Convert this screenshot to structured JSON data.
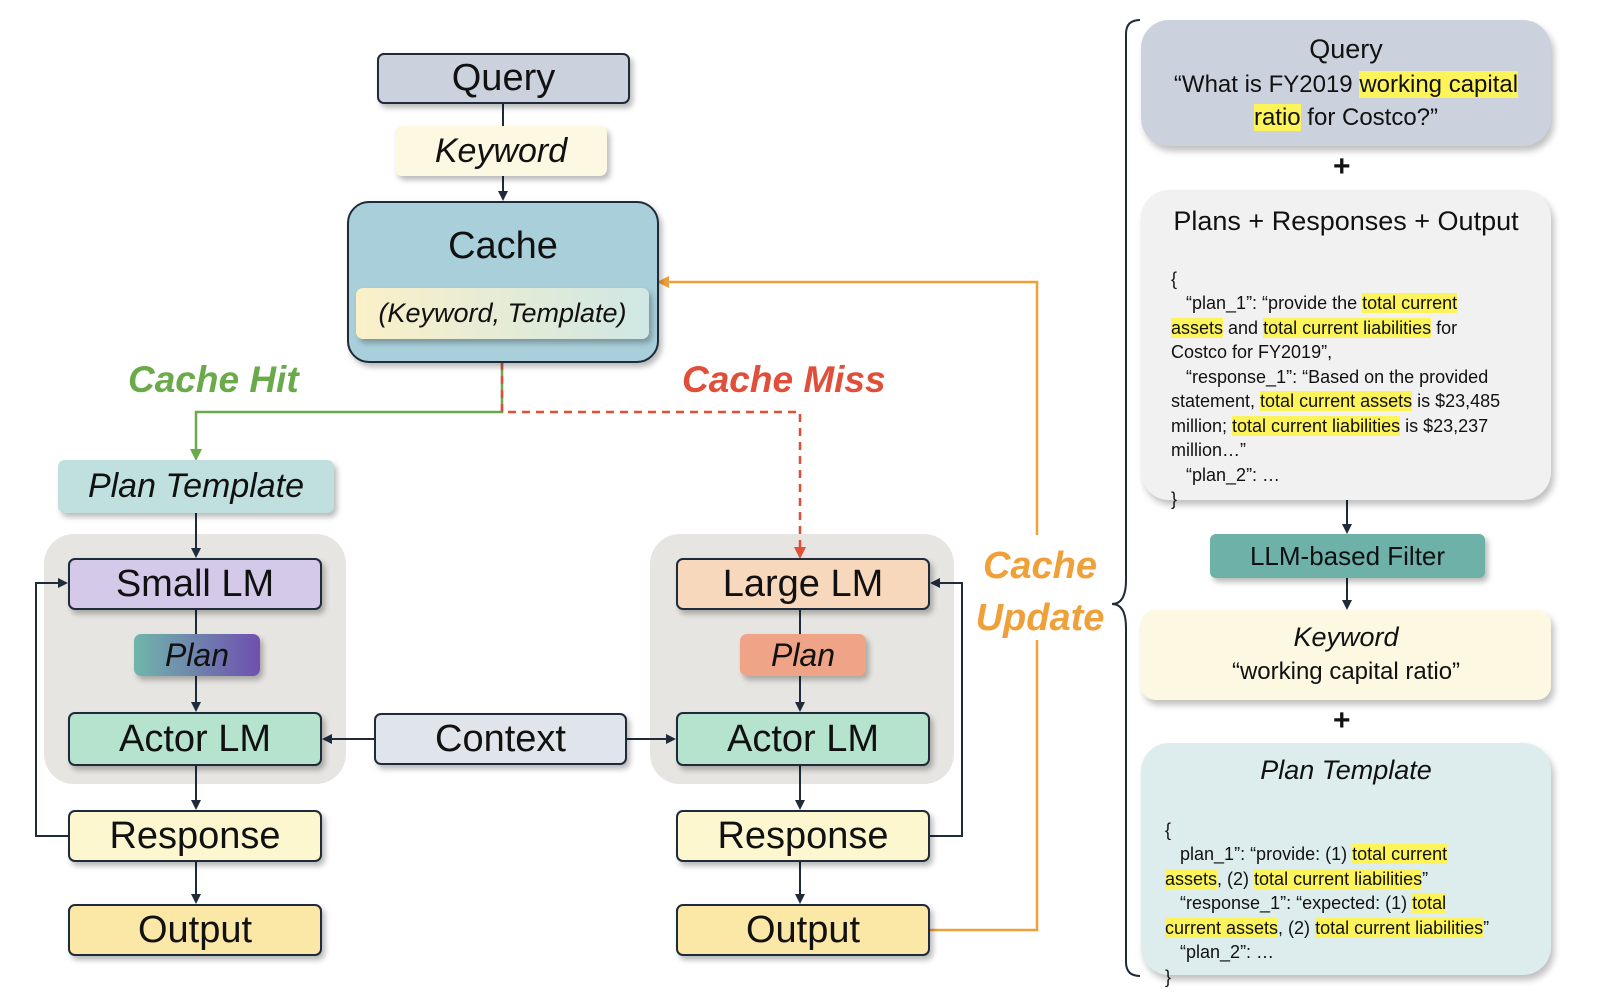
{
  "left": {
    "query": "Query",
    "keyword": "Keyword",
    "cache": "Cache",
    "cache_entry": "(Keyword, Template)",
    "cache_hit": "Cache Hit",
    "cache_miss": "Cache Miss",
    "cache_update_line1": "Cache",
    "cache_update_line2": "Update",
    "plan_template": "Plan Template",
    "small_lm": "Small LM",
    "large_lm": "Large LM",
    "plan": "Plan",
    "actor_lm": "Actor LM",
    "context": "Context",
    "response": "Response",
    "output": "Output"
  },
  "right": {
    "query_title": "Query",
    "query_text": [
      "“What is FY2019 ",
      "working capital",
      " ",
      "ratio",
      " for Costco?”"
    ],
    "plus": "+",
    "plans_title": "Plans + Responses + Output",
    "plans_lines": [
      "{",
      "   “plan_1”: “provide the ",
      "total current",
      "assets",
      " and ",
      "total current liabilities",
      " for",
      "Costco for FY2019”,",
      "   “response_1”: “Based on the provided",
      "statement, ",
      "total current assets",
      " is $23,485",
      "million; ",
      "total current liabilities",
      " is $23,237",
      "million…”",
      "   “plan_2”: …",
      "}"
    ],
    "filter": "LLM-based Filter",
    "keyword_title": "Keyword",
    "keyword_text": "“working capital ratio”",
    "template_title": "Plan Template",
    "template_lines": [
      "{",
      "   plan_1”: “provide: (1) ",
      "total current",
      "assets",
      ", (2) ",
      "total current liabilities",
      "”",
      "   “response_1”: “expected: (1) ",
      "total",
      "current assets",
      ", (2) ",
      "total current liabilities",
      "”",
      "   “plan_2”: …",
      "}"
    ]
  },
  "colors": {
    "query": "#ccd2dd",
    "keyword": "#fdf8e1",
    "cache": "#a9cfda",
    "plan_template": "#c0dfdf",
    "small_lm": "#d5c9ea",
    "large_lm": "#f8d8bd",
    "actor_lm": "#b6e3cd",
    "response": "#fdf7cf",
    "output": "#fbe7a6",
    "context": "#e0e4eb",
    "hit": "#6aaa4a",
    "miss": "#e04f39",
    "update": "#f0a038",
    "filter": "#6db1a8",
    "highlight": "#fcf45a"
  }
}
